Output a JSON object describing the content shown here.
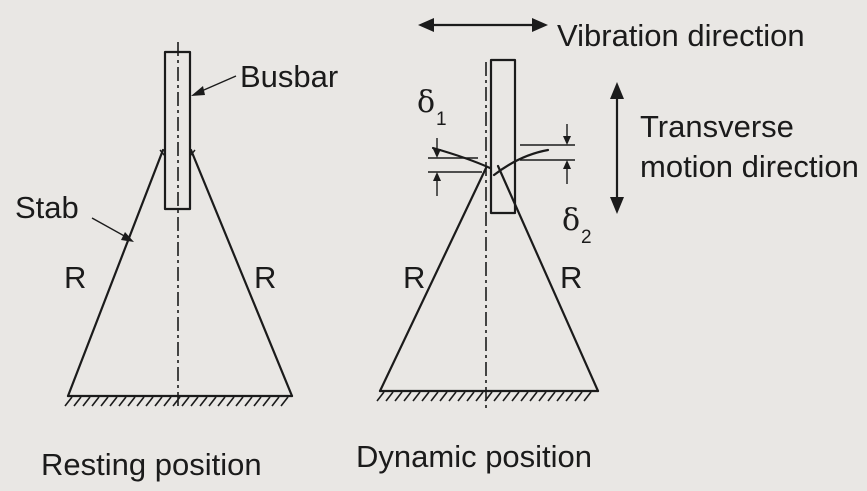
{
  "labels": {
    "busbar": "Busbar",
    "stab": "Stab",
    "r_left_1": "R",
    "r_right_1": "R",
    "r_left_2": "R",
    "r_right_2": "R",
    "vibration_direction": "Vibration direction",
    "transverse_line1": "Transverse",
    "transverse_line2": "motion direction",
    "delta1_symbol": "δ",
    "delta1_sub": "1",
    "delta2_symbol": "δ",
    "delta2_sub": "2",
    "resting_position": "Resting position",
    "dynamic_position": "Dynamic position"
  },
  "colors": {
    "background": "#e9e7e4",
    "ink": "#1b1b1b"
  }
}
